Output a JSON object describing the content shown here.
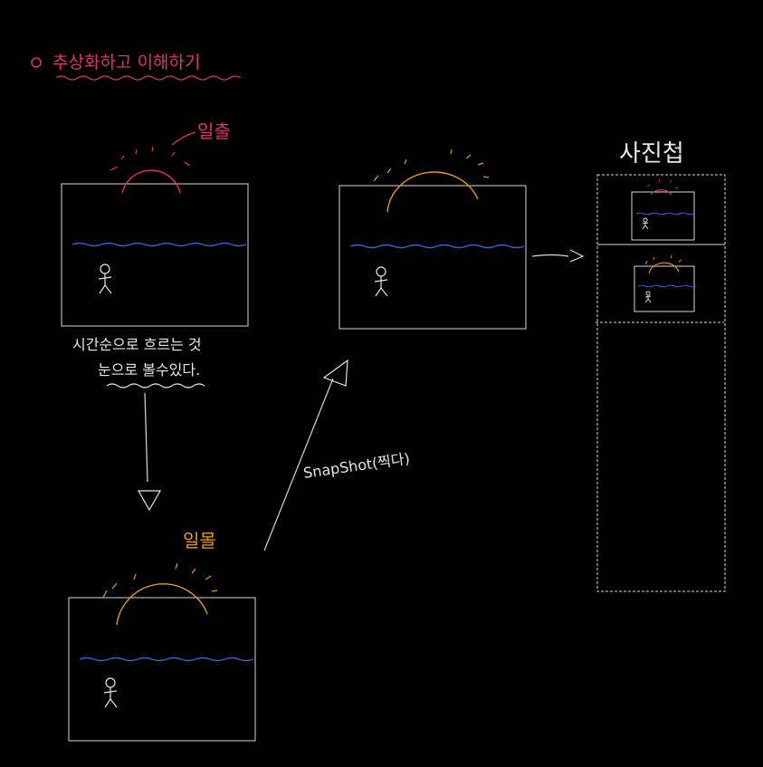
{
  "heading": {
    "bullet": "○",
    "text": "추상화하고 이해하기",
    "color": "#e0316a"
  },
  "labels": {
    "sunrise": "일출",
    "sunset": "일몰",
    "caption_line1": "시간순으로 흐르는 것",
    "caption_line2": "눈으로 볼수있다.",
    "snapshot": "SnapShot(찍다)",
    "album": "사진첩"
  },
  "colors": {
    "background": "#000000",
    "frame": "#d9d9d9",
    "sunrise": "#e0316a",
    "sunset": "#e39a1e",
    "water": "#3a5fd6",
    "text": "#e6e6e6"
  }
}
